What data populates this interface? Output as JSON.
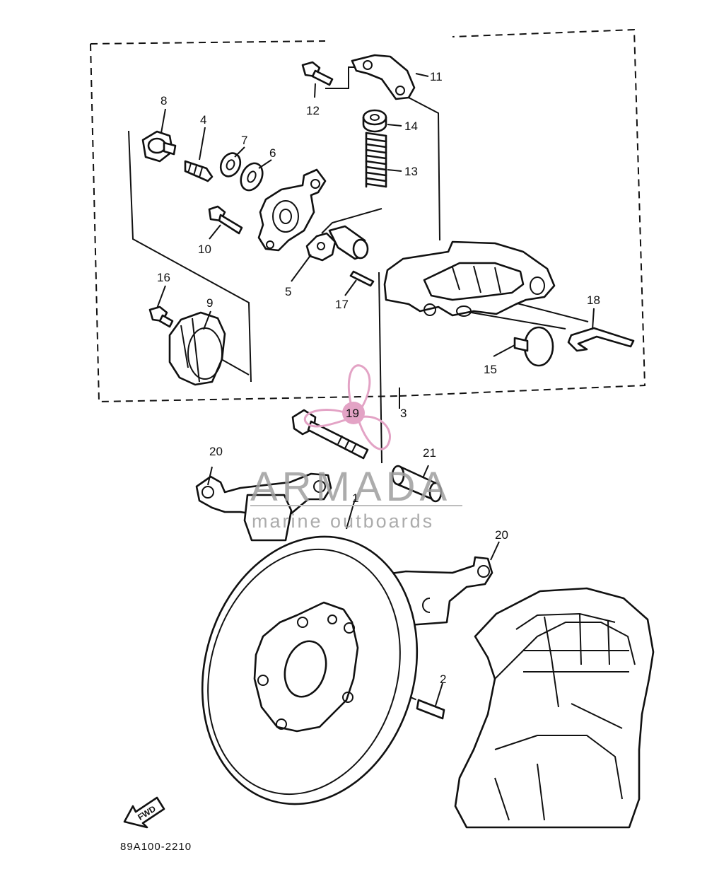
{
  "diagram": {
    "callouts": {
      "c1": "1",
      "c2": "2",
      "c3": "3",
      "c4": "4",
      "c5": "5",
      "c6": "6",
      "c7": "7",
      "c8": "8",
      "c9": "9",
      "c10": "10",
      "c11": "11",
      "c12": "12",
      "c13": "13",
      "c14": "14",
      "c15": "15",
      "c16": "16",
      "c17": "17",
      "c18": "18",
      "c19": "19",
      "c20a": "20",
      "c20b": "20",
      "c21": "21"
    },
    "watermark": {
      "brand": "ARMADA",
      "tagline": "marine outboards",
      "accent_color": "#e3a3c5"
    },
    "direction_label": "FWD",
    "part_number": "89A100-2210",
    "colors": {
      "line": "#111111",
      "watermark": "#9e9e9e",
      "accent": "#e3a3c5"
    }
  }
}
